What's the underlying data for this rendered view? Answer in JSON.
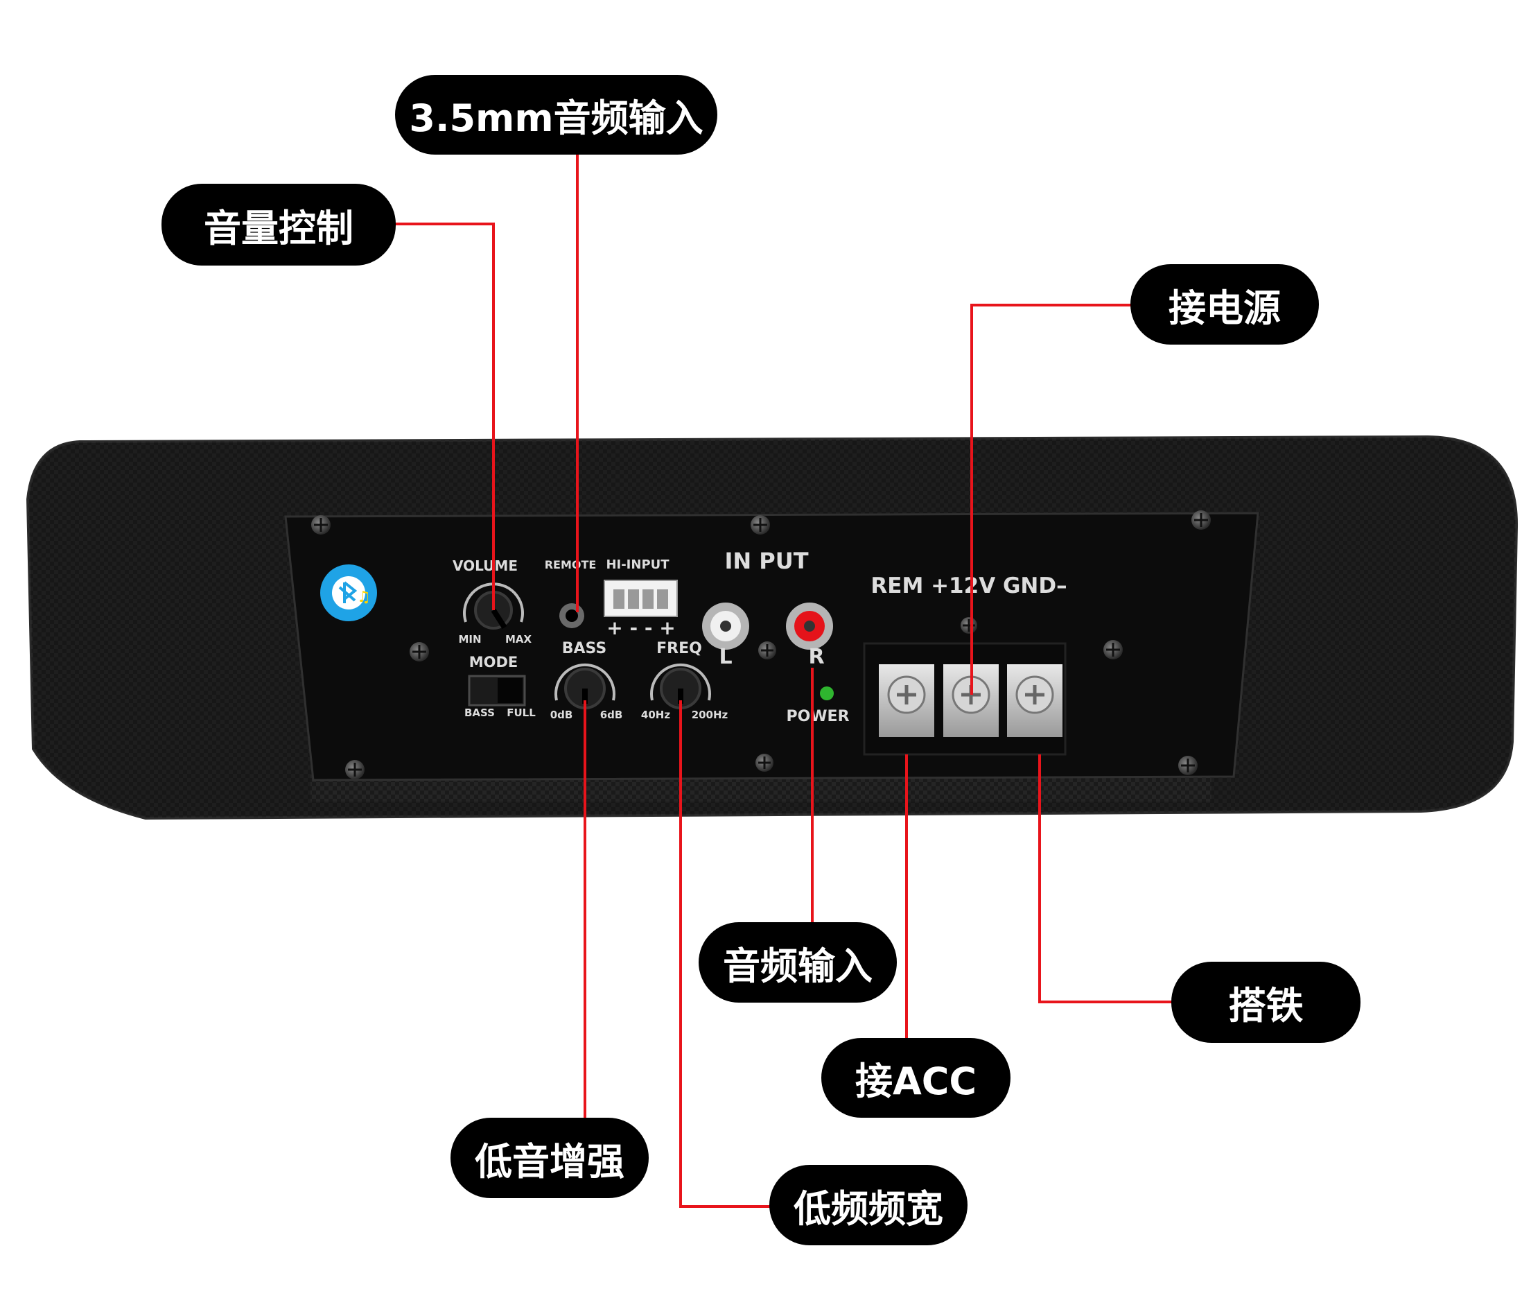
{
  "callouts": {
    "aux_input": "3.5mm音频输入",
    "volume": "音量控制",
    "power": "接电源",
    "audio_input": "音频输入",
    "ground": "搭铁",
    "acc": "接ACC",
    "bass_boost": "低音增强",
    "bass_freq": "低频频宽"
  },
  "panel": {
    "volume": "VOLUME",
    "vol_min": "MIN",
    "vol_max": "MAX",
    "remote": "REMOTE",
    "hi_input": "HI-INPUT",
    "hi_input_polarity": "+ - - +",
    "input": "IN  PUT",
    "left": "L",
    "right": "R",
    "mode": "MODE",
    "mode_bass": "BASS",
    "mode_full": "FULL",
    "bass": "BASS",
    "bass_min": "0dB",
    "bass_max": "6dB",
    "freq": "FREQ",
    "freq_min": "40Hz",
    "freq_max": "200Hz",
    "power": "POWER",
    "terminals": "REM  +12V  GND–"
  },
  "colors": {
    "leader": "#e8141b",
    "label_bg": "#000000",
    "label_text": "#ffffff",
    "body": "#151515",
    "led": "#2fb52f"
  }
}
